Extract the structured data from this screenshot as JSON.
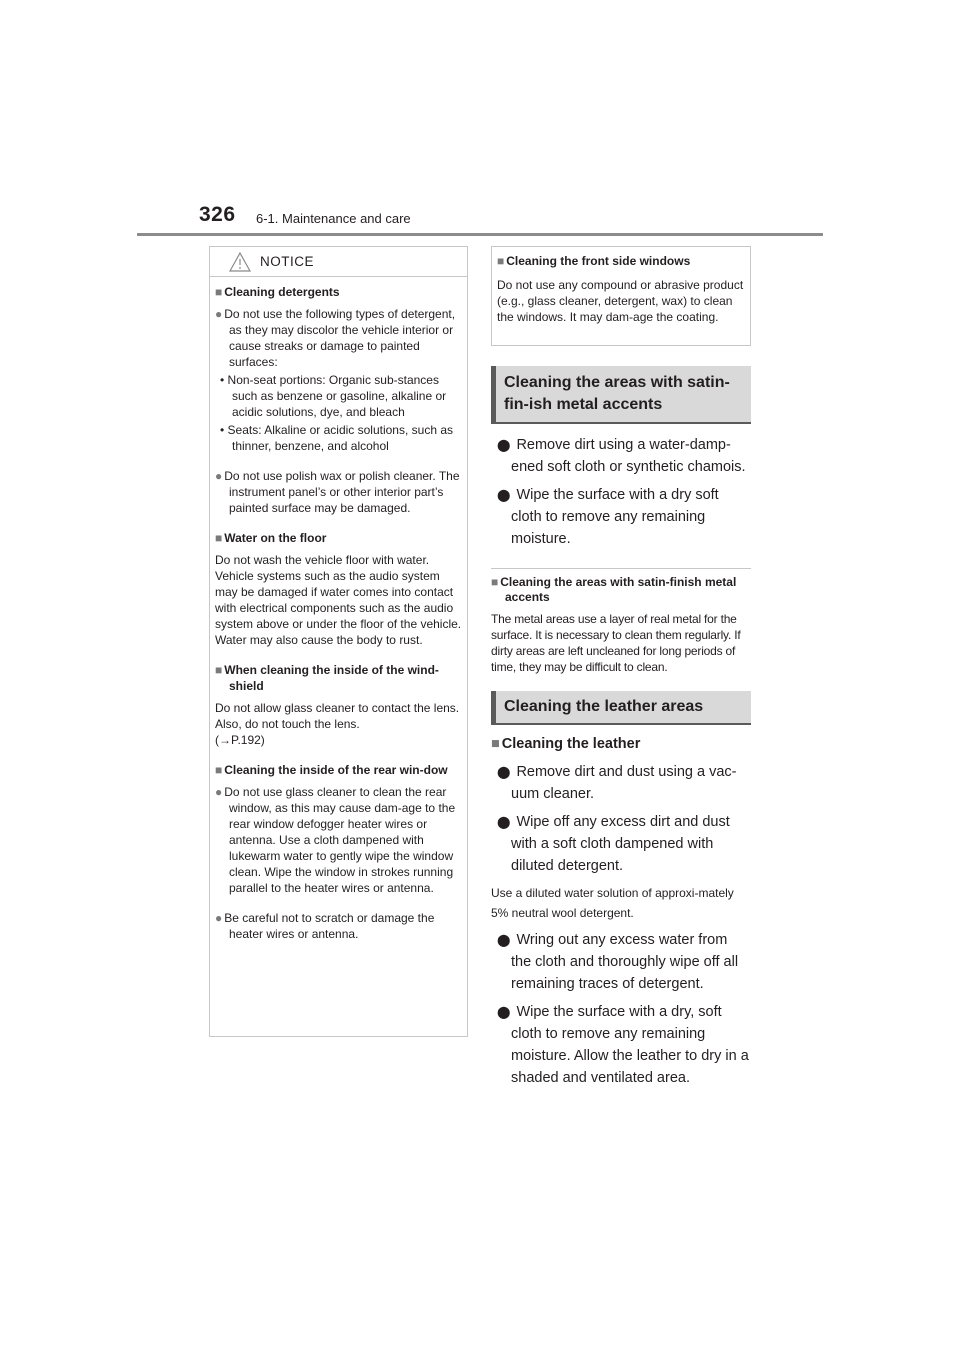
{
  "header": {
    "page_number": "326",
    "section": "6-1. Maintenance and care"
  },
  "notice": {
    "label": "NOTICE",
    "h1": "Cleaning detergents",
    "b1": "Do not use the following types of detergent, as they may discolor the vehicle interior or cause streaks or damage to painted surfaces:",
    "s1": "Non-seat portions: Organic sub-stances such as benzene or gasoline, alkaline or acidic solutions, dye, and bleach",
    "s2": "Seats: Alkaline or acidic solutions, such as thinner, benzene, and alcohol",
    "b2": "Do not use polish wax or polish cleaner. The instrument panel’s or other interior part’s painted surface may be damaged.",
    "h2": "Water on the floor",
    "p2": "Do not wash the vehicle floor with water. Vehicle systems such as the audio system may be damaged if water comes into contact with electrical components such as the audio system above or under the floor of the vehicle. Water may also cause the body to rust.",
    "h3": "When cleaning the inside of the wind-shield",
    "p3": "Do not allow glass cleaner to contact the lens. Also, do not touch the lens.",
    "p3_ref": "(→P.192)",
    "h4": "Cleaning the inside of the rear win-dow",
    "b4": "Do not use glass cleaner to clean the rear window, as this may cause dam-age to the rear window defogger heater wires or antenna. Use a cloth dampened with lukewarm water to gently wipe the window clean. Wipe the window in strokes running parallel to the heater wires or antenna.",
    "b5": "Be careful not to scratch or damage the heater wires or antenna."
  },
  "front_windows": {
    "heading": "Cleaning the front side windows",
    "text": "Do not use any compound or abrasive product (e.g., glass cleaner, detergent, wax) to clean the windows. It may dam-age the coating."
  },
  "satin": {
    "heading": "Cleaning the areas with satin-fin-ish metal accents",
    "step1": "Remove dirt using a water-damp-ened soft cloth or synthetic chamois.",
    "step2": "Wipe the surface with a dry soft cloth to remove any remaining moisture.",
    "subhead": "Cleaning the areas with satin-finish metal accents",
    "text": "The metal areas use a layer of real metal for the surface. It is necessary to clean them regularly. If dirty areas are left uncleaned for long periods of time, they may be difficult to clean."
  },
  "leather": {
    "heading": "Cleaning the leather areas",
    "subhead": "Cleaning the leather",
    "step1": "Remove dirt and dust using a vac-uum cleaner.",
    "step2": "Wipe off any excess dirt and dust with a soft cloth dampened with diluted detergent.",
    "note": "Use a diluted water solution of approxi-mately 5% neutral wool detergent.",
    "step3": "Wring out any excess water from the cloth and thoroughly wipe off all remaining traces of detergent.",
    "step4": "Wipe the surface with a dry, soft cloth to remove any remaining moisture. Allow the leather to dry in a shaded and ventilated area."
  }
}
